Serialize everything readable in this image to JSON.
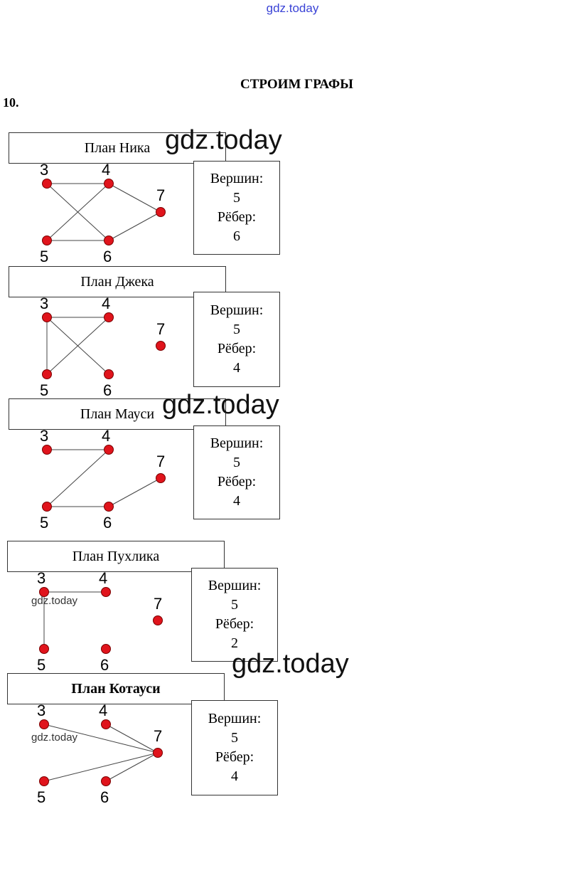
{
  "header": {
    "site": "gdz.today"
  },
  "title": "СТРОИМ ГРАФЫ",
  "task_number": "10.",
  "watermark": "gdz.today",
  "plans": [
    {
      "title": "План Ника",
      "vertices_label": "Вершин:",
      "vertices": "5",
      "edges_label": "Рёбер:",
      "edges": "6",
      "node_labels": [
        "3",
        "4",
        "7",
        "5",
        "6"
      ],
      "edge_list": [
        [
          "3",
          "4"
        ],
        [
          "4",
          "7"
        ],
        [
          "7",
          "6"
        ],
        [
          "5",
          "6"
        ],
        [
          "3",
          "6"
        ],
        [
          "4",
          "5"
        ]
      ]
    },
    {
      "title": "План Джека",
      "vertices_label": "Вершин:",
      "vertices": "5",
      "edges_label": "Рёбер:",
      "edges": "4",
      "node_labels": [
        "3",
        "4",
        "7",
        "5",
        "6"
      ],
      "edge_list": [
        [
          "3",
          "4"
        ],
        [
          "3",
          "5"
        ],
        [
          "3",
          "6"
        ],
        [
          "4",
          "5"
        ]
      ]
    },
    {
      "title": "План Мауси",
      "vertices_label": "Вершин:",
      "vertices": "5",
      "edges_label": "Рёбер:",
      "edges": "4",
      "node_labels": [
        "3",
        "4",
        "7",
        "5",
        "6"
      ],
      "edge_list": [
        [
          "3",
          "4"
        ],
        [
          "4",
          "5"
        ],
        [
          "5",
          "6"
        ],
        [
          "6",
          "7"
        ]
      ]
    },
    {
      "title": "План Пухлика",
      "vertices_label": "Вершин:",
      "vertices": "5",
      "edges_label": "Рёбер:",
      "edges": "2",
      "node_labels": [
        "3",
        "4",
        "7",
        "5",
        "6"
      ],
      "edge_list": [
        [
          "3",
          "4"
        ],
        [
          "3",
          "5"
        ]
      ]
    },
    {
      "title": "План Котауси",
      "vertices_label": "Вершин:",
      "vertices": "5",
      "edges_label": "Рёбер:",
      "edges": "4",
      "node_labels": [
        "3",
        "4",
        "7",
        "5",
        "6"
      ],
      "edge_list": [
        [
          "3",
          "7"
        ],
        [
          "4",
          "7"
        ],
        [
          "5",
          "7"
        ],
        [
          "6",
          "7"
        ]
      ]
    }
  ]
}
